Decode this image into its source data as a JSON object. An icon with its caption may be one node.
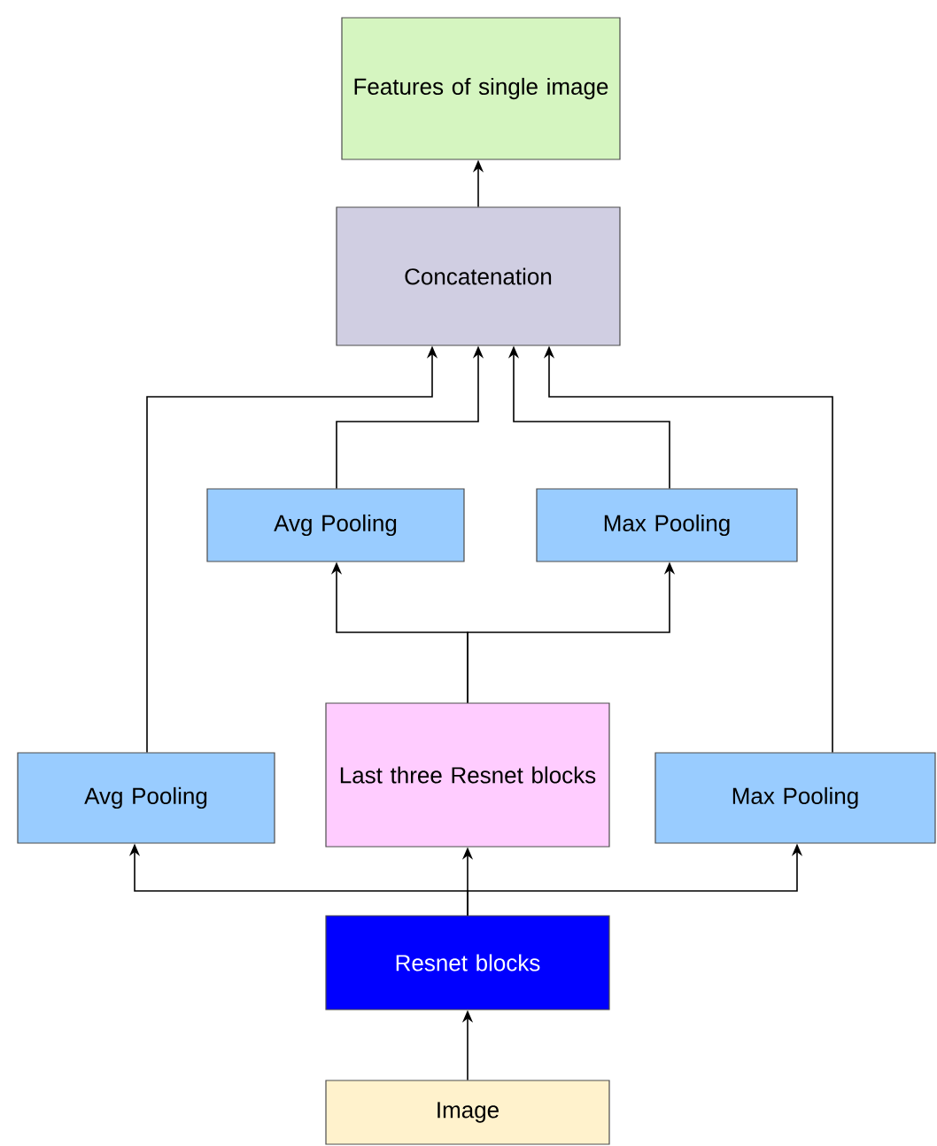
{
  "diagram": {
    "nodes": [
      {
        "text": [
          "Features of single image"
        ]
      },
      {
        "text": [
          "Concatenation"
        ]
      },
      {
        "text": [
          "Avg Pooling"
        ]
      },
      {
        "text": [
          "Max Pooling"
        ]
      },
      {
        "text": [
          "Last three Resnet blocks"
        ]
      },
      {
        "text": [
          "Avg Pooling"
        ]
      },
      {
        "text": [
          "Max Pooling"
        ]
      },
      {
        "text": [
          "Resnet blocks"
        ]
      },
      {
        "text": [
          "Image"
        ]
      }
    ],
    "edges": [
      {
        "from": 8,
        "to": 7,
        "arrow": "to"
      },
      {
        "from": 7,
        "to": 5,
        "arrow": "to"
      },
      {
        "from": 7,
        "to": 4,
        "arrow": "to"
      },
      {
        "from": 7,
        "to": 6,
        "arrow": "to"
      },
      {
        "from": 4,
        "to": 2,
        "arrow": "to"
      },
      {
        "from": 4,
        "to": 3,
        "arrow": "to"
      },
      {
        "from": 5,
        "to": 1,
        "arrow": "to"
      },
      {
        "from": 2,
        "to": 1,
        "arrow": "to"
      },
      {
        "from": 3,
        "to": 1,
        "arrow": "to"
      },
      {
        "from": 6,
        "to": 1,
        "arrow": "to"
      },
      {
        "from": 1,
        "to": 0,
        "arrow": "to"
      }
    ]
  }
}
